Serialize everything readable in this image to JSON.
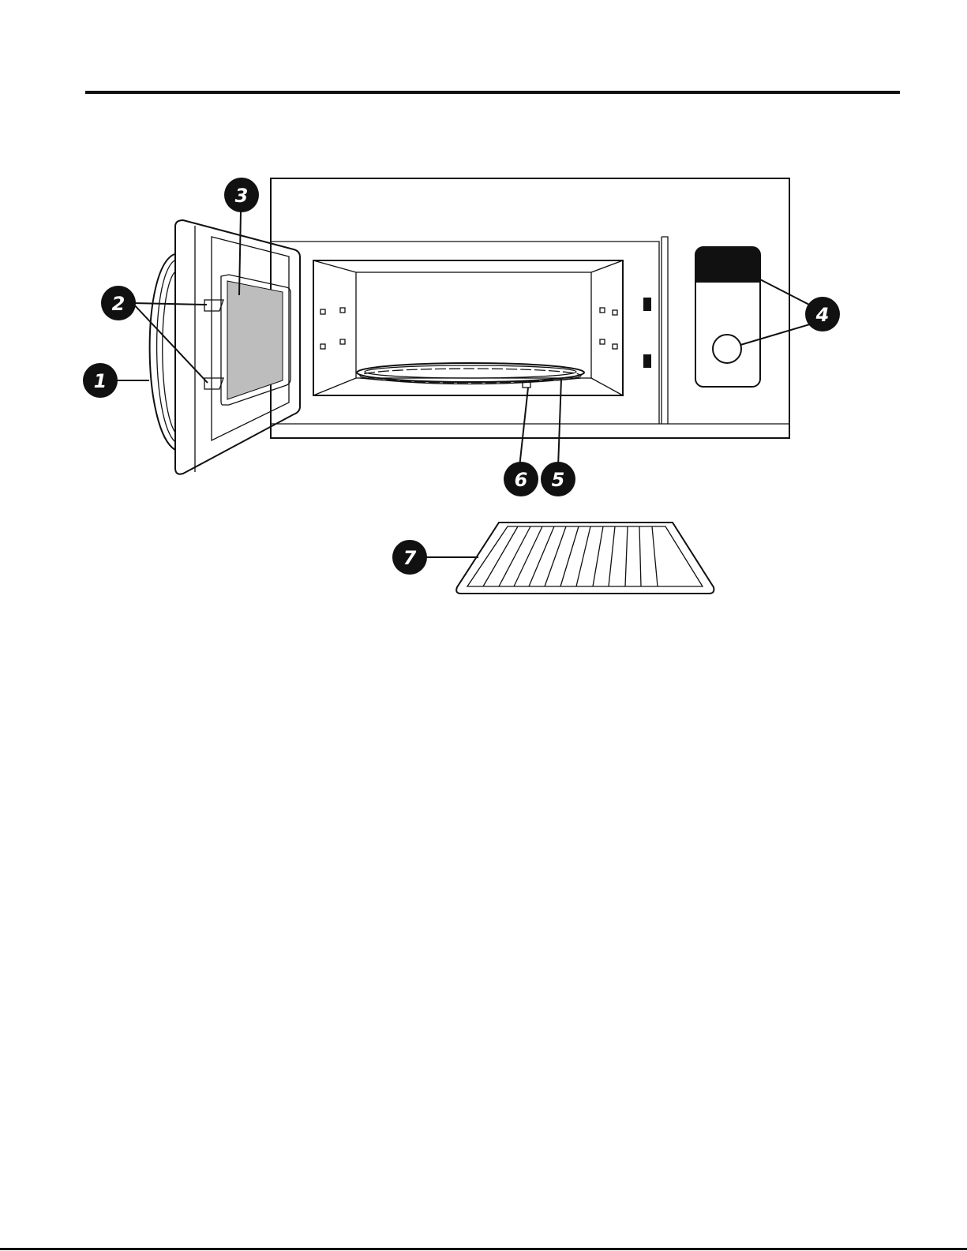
{
  "callouts": [
    {
      "id": "1",
      "label": "1"
    },
    {
      "id": "2",
      "label": "2"
    },
    {
      "id": "3",
      "label": "3"
    },
    {
      "id": "4",
      "label": "4"
    },
    {
      "id": "5",
      "label": "5"
    },
    {
      "id": "6",
      "label": "6"
    },
    {
      "id": "7",
      "label": "7"
    }
  ],
  "colors": {
    "callout_fill": "#111111",
    "window_fill": "#bdbdbd",
    "display_fill": "#111111"
  }
}
